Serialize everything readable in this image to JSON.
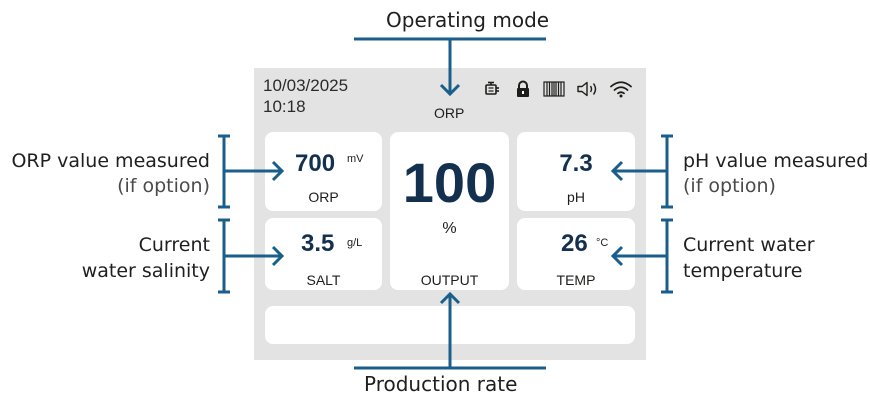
{
  "callouts": {
    "operating_mode": "Operating mode",
    "orp_measured": "ORP value measured",
    "orp_option": "(if option)",
    "salinity_line1": "Current",
    "salinity_line2": "water salinity",
    "production_rate": "Production rate",
    "ph_measured": "pH value measured",
    "ph_option": "(if option)",
    "temp_line1": "Current water",
    "temp_line2": "temperature"
  },
  "screen": {
    "date": "10/03/2025",
    "time": "10:18",
    "mode": "ORP",
    "icons": [
      "pump-icon",
      "lock-icon",
      "cell-icon",
      "speaker-icon",
      "wifi-icon"
    ]
  },
  "tiles": {
    "orp": {
      "value": "700",
      "unit": "mV",
      "label": "ORP"
    },
    "salt": {
      "value": "3.5",
      "unit": "g/L",
      "label": "SALT"
    },
    "output": {
      "value": "100",
      "unit": "%",
      "label": "OUTPUT"
    },
    "ph": {
      "value": "7.3",
      "label": "pH"
    },
    "temp": {
      "value": "26",
      "unit": "°C",
      "label": "TEMP"
    }
  },
  "colors": {
    "accent": "#1a5f8c",
    "screen_bg": "#e3e3e3",
    "value_text": "#13304f"
  }
}
